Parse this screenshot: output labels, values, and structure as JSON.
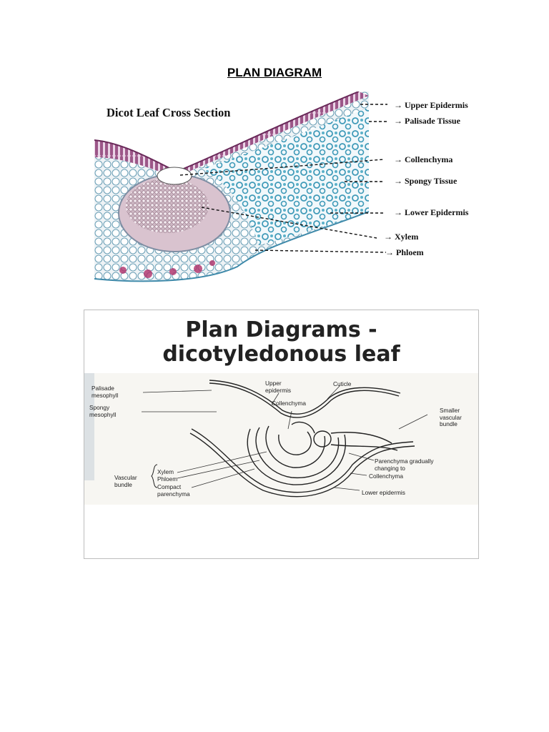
{
  "page": {
    "title": "PLAN DIAGRAM"
  },
  "micrograph": {
    "title": "Dicot Leaf Cross Section",
    "labels": [
      "Upper Epidermis",
      "Palisade Tissue",
      "Collenchyma",
      "Spongy Tissue",
      "Lower Epidermis",
      "Xylem",
      "Phloem"
    ],
    "arrow_glyph": "→"
  },
  "plan": {
    "title_line1": "Plan Diagrams  -",
    "title_line2": "dicotyledonous leaf",
    "labels": {
      "palisade_1": "Palisade",
      "palisade_2": "mesophyll",
      "spongy_1": "Spongy",
      "spongy_2": "mesophyll",
      "upper_1": "Upper",
      "upper_2": "epidermis",
      "cuticle": "Cuticle",
      "collenchyma_top": "Collenchyma",
      "smaller_1": "Smaller",
      "smaller_2": "vascular",
      "smaller_3": "bundle",
      "vascular_1": "Vascular",
      "vascular_2": "bundle",
      "xylem": "Xylem",
      "phloem": "Phloem",
      "compact_1": "Compact",
      "compact_2": "parenchyma",
      "parenchyma_1": "Parenchyma gradually",
      "parenchyma_2": "changing to",
      "collenchyma_bottom": "Collenchyma",
      "lower": "Lower epidermis"
    }
  },
  "colors": {
    "palisade": "#8e3f78",
    "spongy": "#3f9ab8",
    "phloem_dots": "#b0306a",
    "label_gray": "#222222"
  }
}
